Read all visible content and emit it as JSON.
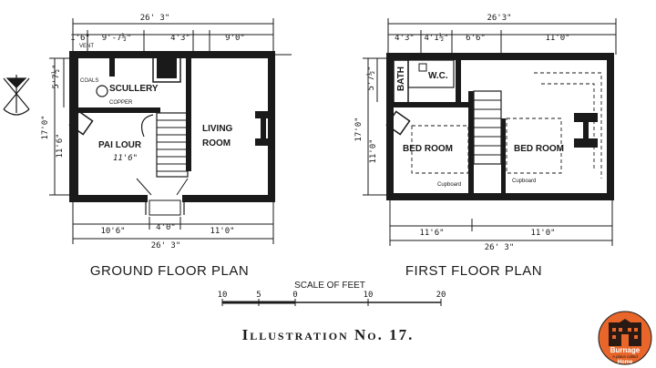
{
  "ground": {
    "width_total": "26' 3\"",
    "top_dims": [
      "1'6\"",
      "9'-7½\"",
      "4'3\"",
      "9'0\""
    ],
    "left_dims": [
      "5'7½\"",
      "17'0\"",
      "11'6\""
    ],
    "bottom_dims": [
      "10'6\"",
      "4'0\"",
      "11'0\""
    ],
    "bottom_total": "26' 3\"",
    "rooms": {
      "vent": "VENT",
      "coals": "COALS",
      "scullery": "SCULLERY",
      "copper": "COPPER",
      "parlour": "PAI LOUR",
      "parlour_dim": "11'6\"",
      "living": "LIVING",
      "living2": "ROOM"
    },
    "title": "GROUND FLOOR PLAN"
  },
  "first": {
    "width_total": "26'3\"",
    "top_dims": [
      "4'3\"",
      "4'1½\"",
      "6'6\"",
      "11'0\""
    ],
    "left_dims": [
      "5'7½\"",
      "17'0\"",
      "11'0\""
    ],
    "bottom_dims": [
      "11'6\"",
      "11'0\""
    ],
    "bottom_total": "26' 3\"",
    "rooms": {
      "bath": "BATH",
      "wc": "W.C.",
      "bedroom1": "BED ROOM",
      "bedroom2": "BED ROOM",
      "cupboard1": "Cupboard",
      "cupboard2": "Cupboard"
    },
    "title": "FIRST FLOOR PLAN"
  },
  "scale": {
    "title": "SCALE OF FEET",
    "ticks": [
      "10",
      "5",
      "0",
      "10",
      "20"
    ]
  },
  "caption": "Illustration No. 17.",
  "badge": {
    "line1": "Burnage",
    "line2": "A place called",
    "line3": "Home"
  }
}
